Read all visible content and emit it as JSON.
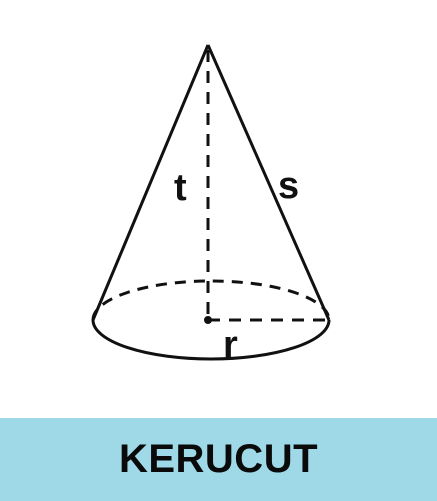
{
  "diagram": {
    "label_height": "t",
    "label_slant": "s",
    "label_radius": "r"
  },
  "banner": {
    "title": "KERUCUT",
    "background_color": "#9fd9e8"
  }
}
